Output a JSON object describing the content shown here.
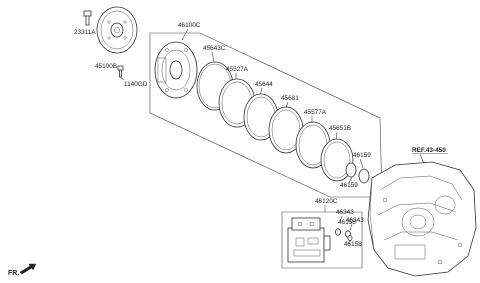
{
  "labels": {
    "p23311A": "23311A",
    "p45100B": "45100B",
    "p1140GD": "1140GD",
    "p46100C": "46100C",
    "p45643C": "45643C",
    "p45527A": "45527A",
    "p45644": "45644",
    "p45681": "45681",
    "p45577A": "45577A",
    "p45651B": "45651B",
    "p46159a": "46159",
    "p46159b": "46159",
    "ref": "REF.43-450",
    "p46120C": "46120C",
    "p46343a": "46343",
    "p46343b": "46343",
    "p46158a": "46158",
    "p46158b": "46158",
    "fr": "FR."
  }
}
